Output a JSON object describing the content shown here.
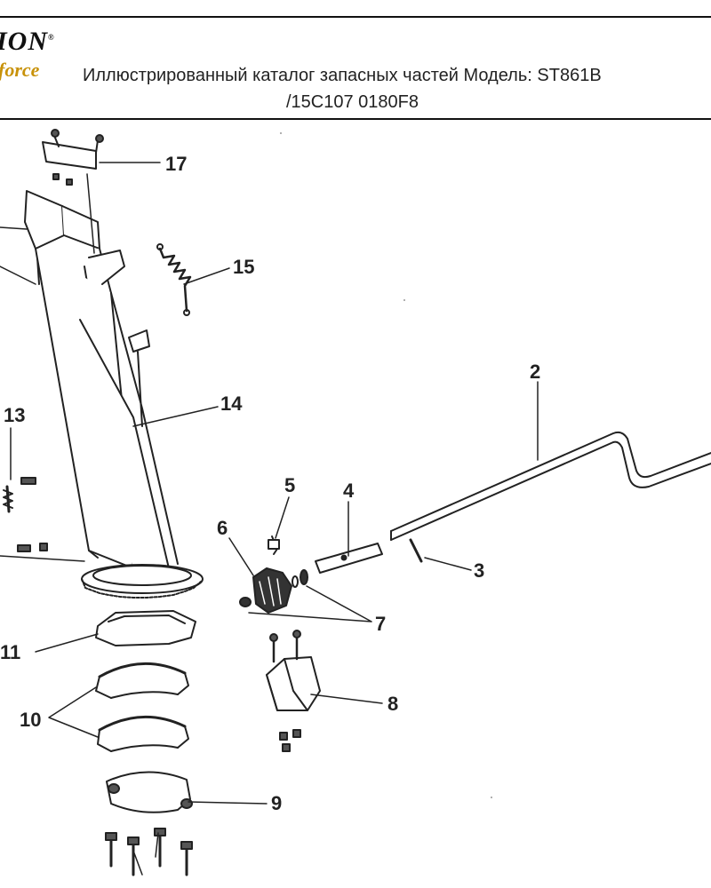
{
  "header": {
    "logo_text": "ION",
    "logo_registered": "®",
    "logo_subtext": "force",
    "title_line1": "Иллюстрированный каталог запасных частей Модель: ST861B",
    "title_line2": "/15C107 0180F8"
  },
  "diagram": {
    "callouts": [
      "17",
      "15",
      "2",
      "14",
      "13",
      "5",
      "4",
      "6",
      "3",
      "7",
      "11",
      "8",
      "10",
      "9"
    ]
  }
}
